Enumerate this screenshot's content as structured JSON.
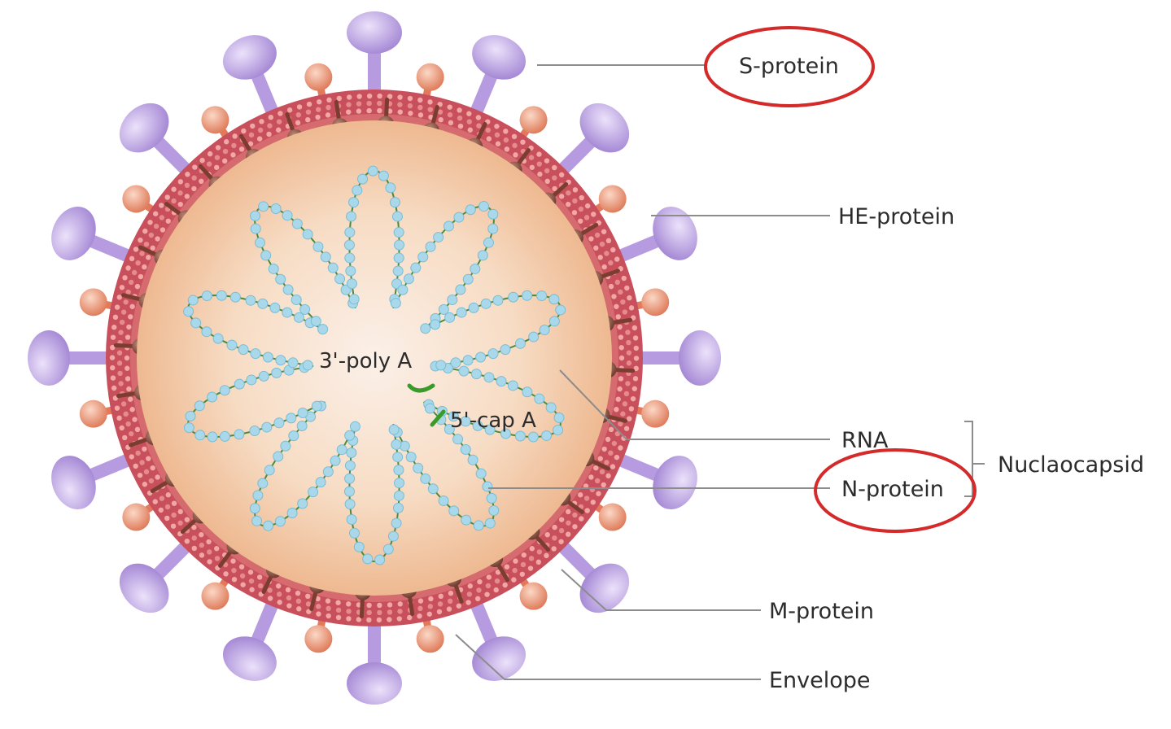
{
  "labels": {
    "s_protein": "S-protein",
    "he_protein": "HE-protein",
    "rna": "RNA",
    "n_protein": "N-protein",
    "nucleocapsid": "Nuclaocapsid",
    "m_protein": "M-protein",
    "envelope": "Envelope",
    "poly_a": "3'-poly A",
    "cap_a": "5'-cap A"
  },
  "highlighted": [
    "S-protein",
    "N-protein"
  ],
  "colors": {
    "highlight_ring": "#d42a2a",
    "spike": "#b79be0",
    "he_protein": "#e88f6e",
    "m_protein": "#8a4a3a",
    "envelope": "#c8505c",
    "core": "#f2c9a3",
    "rna_bead": "#a9d8ea",
    "rna_link": "#4a8a3a",
    "rna_end": "#3a9a2a"
  }
}
